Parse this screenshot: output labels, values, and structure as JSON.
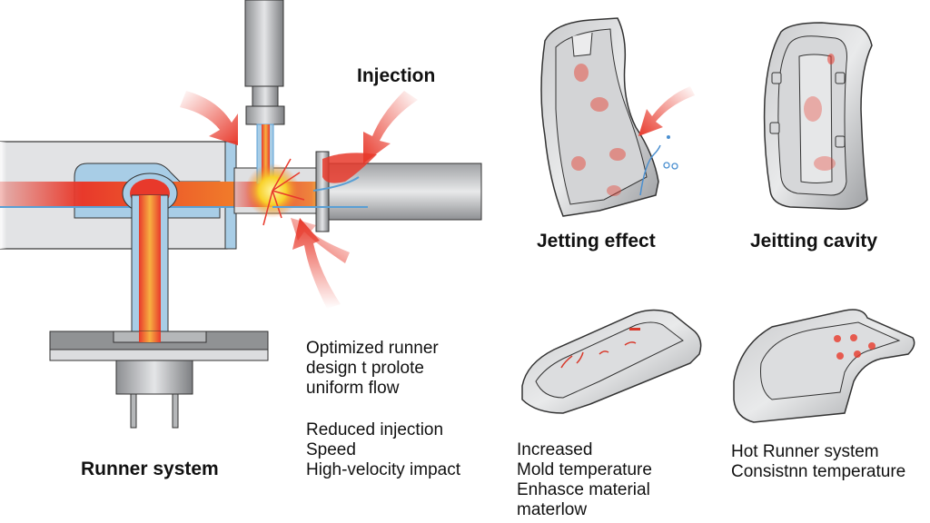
{
  "labels": {
    "injection": "Injection",
    "runner_system": "Runner system",
    "jetting_effect": "Jetting effect",
    "jetting_cavity": "Jeitting cavity"
  },
  "notes": {
    "runner_design": "Optimized runner\ndesign t prolote\nuniform flow",
    "reduced_speed": "Reduced injection\nSpeed\nHigh-velocity impact",
    "mold_temperature": "Increased\nMold temperature\nEnhasce material\nmaterlow",
    "hot_runner": "Hot Runner system\nConsistnn temperature"
  },
  "colors": {
    "melt_hot": "#e8392b",
    "melt_core": "#f5a623",
    "coolant_blue": "#5a9fd4",
    "steel_gray": "#a9abae",
    "arrow_red": "#e8392b"
  }
}
